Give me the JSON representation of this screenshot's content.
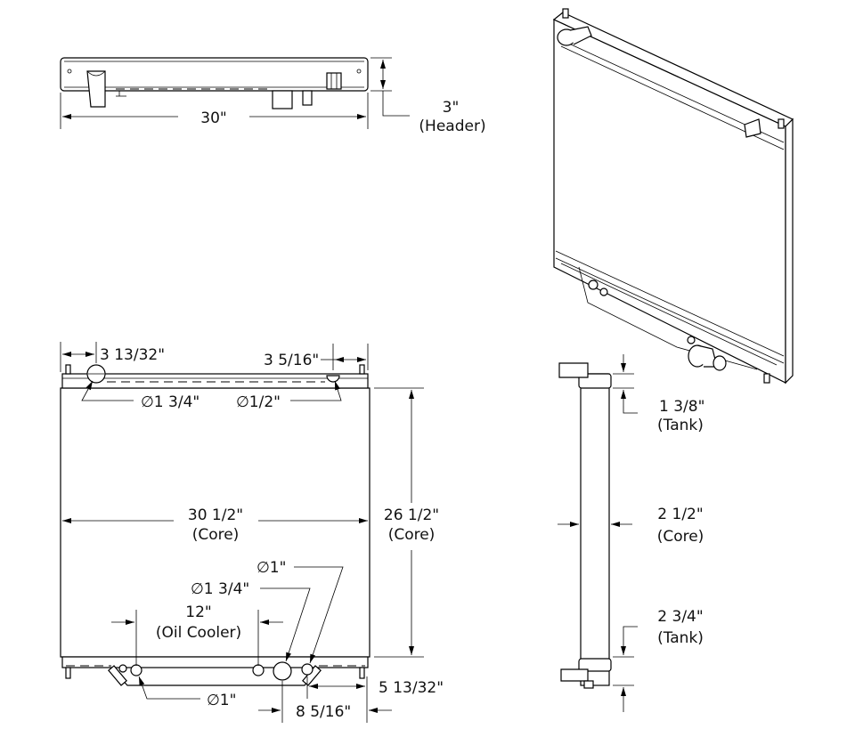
{
  "top_view": {
    "width_label": "30\"",
    "header_height": "3\"",
    "header_caption": "(Header)"
  },
  "front_view": {
    "left_inlet_offset": "3 13/32\"",
    "right_fitting_offset": "3 5/16\"",
    "inlet_diameter": "∅1 3/4\"",
    "small_fitting_diameter": "∅1/2\"",
    "core_width": "30 1/2\"",
    "core_width_caption": "(Core)",
    "core_height": "26 1/2\"",
    "core_height_caption": "(Core)",
    "bottom_fitting_diameter": "∅1\"",
    "outlet_diameter": "∅1 3/4\"",
    "oil_cooler_spacing": "12\"",
    "oil_cooler_caption": "(Oil Cooler)",
    "oil_cooler_port_diameter": "∅1\"",
    "right_bottom_offset": "5 13/32\"",
    "outlet_offset": "8 5/16\""
  },
  "side_view": {
    "top_tank": "1 3/8\"",
    "top_tank_caption": "(Tank)",
    "core_depth": "2 1/2\"",
    "core_depth_caption": "(Core)",
    "bottom_tank": "2 3/4\"",
    "bottom_tank_caption": "(Tank)"
  }
}
